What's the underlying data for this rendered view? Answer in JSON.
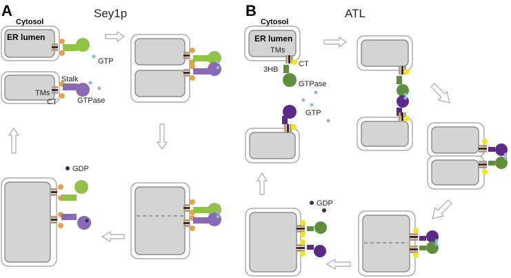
{
  "panels": {
    "a": {
      "letter": "A",
      "protein": "Sey1p",
      "cytosol_label": "Cytosol",
      "lumen_label": "ER lumen",
      "labels": {
        "gtp": "GTP",
        "stalk": "Stalk",
        "tms": "TMs",
        "ct": "CT",
        "gtpase": "GTPase",
        "gdp": "GDP"
      }
    },
    "b": {
      "letter": "B",
      "protein": "ATL",
      "cytosol_label": "Cytosol",
      "lumen_label": "ER lumen",
      "labels": {
        "tms": "TMs",
        "ct": "CT",
        "three_hb": "3HB",
        "gtpase": "GTPase",
        "gtp": "GTP",
        "gdp": "GDP"
      }
    }
  },
  "colors": {
    "green": "#92c146",
    "purple_light": "#8a6ab5",
    "atl_green": "#5f8f3c",
    "atl_purple": "#5b2a86",
    "tm_tan": "#b79a7f",
    "tm_dark": "#3b2b20",
    "orange": "#e6a14f",
    "yellow": "#f3e51c",
    "gtp_dot": "#8fb4d4",
    "gdp_dot": "#2f2f6b",
    "membrane_fill": "#d4d4d4"
  },
  "icons": [
    "reaction-arrow",
    "gtp-molecule",
    "gdp-molecule",
    "transmembrane-segment",
    "gtpase-domain"
  ]
}
